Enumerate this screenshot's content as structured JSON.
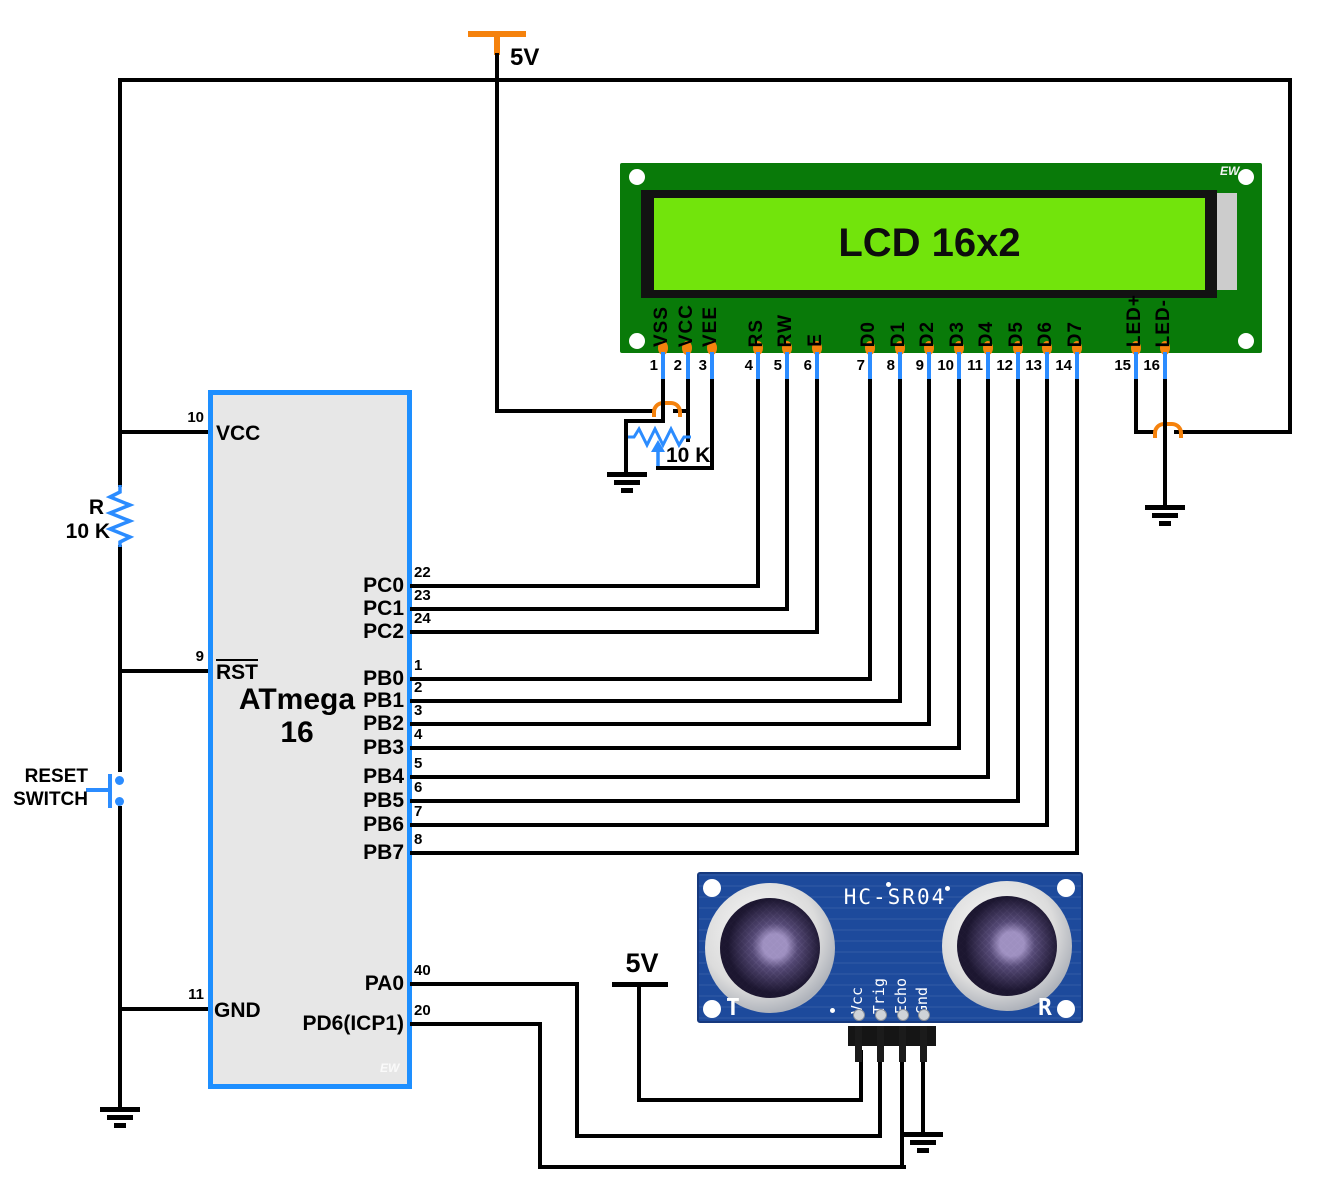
{
  "power": {
    "top_supply_label": "5V",
    "bottom_supply_label": "5V"
  },
  "pullup_resistor": {
    "name": "R",
    "value": "10 K"
  },
  "potentiometer": {
    "value": "10 K"
  },
  "reset_switch": {
    "line1": "RESET",
    "line2": "SWITCH"
  },
  "mcu": {
    "name_line1": "ATmega",
    "name_line2": "16",
    "watermark": "EW",
    "left_pins": [
      {
        "number": "10",
        "label": "VCC"
      },
      {
        "number": "9",
        "label": "RST"
      },
      {
        "number": "11",
        "label": "GND"
      }
    ],
    "right_pins": [
      {
        "number": "22",
        "label": "PC0"
      },
      {
        "number": "23",
        "label": "PC1"
      },
      {
        "number": "24",
        "label": "PC2"
      },
      {
        "number": "1",
        "label": "PB0"
      },
      {
        "number": "2",
        "label": "PB1"
      },
      {
        "number": "3",
        "label": "PB2"
      },
      {
        "number": "4",
        "label": "PB3"
      },
      {
        "number": "5",
        "label": "PB4"
      },
      {
        "number": "6",
        "label": "PB5"
      },
      {
        "number": "7",
        "label": "PB6"
      },
      {
        "number": "8",
        "label": "PB7"
      },
      {
        "number": "40",
        "label": "PA0"
      },
      {
        "number": "20",
        "label": "PD6(ICP1)"
      }
    ]
  },
  "lcd": {
    "title": "LCD 16x2",
    "watermark": "EW",
    "pins": [
      {
        "number": "1",
        "label": "VSS"
      },
      {
        "number": "2",
        "label": "VCC"
      },
      {
        "number": "3",
        "label": "VEE"
      },
      {
        "number": "4",
        "label": "RS"
      },
      {
        "number": "5",
        "label": "RW"
      },
      {
        "number": "6",
        "label": "E"
      },
      {
        "number": "7",
        "label": "D0"
      },
      {
        "number": "8",
        "label": "D1"
      },
      {
        "number": "9",
        "label": "D2"
      },
      {
        "number": "10",
        "label": "D3"
      },
      {
        "number": "11",
        "label": "D4"
      },
      {
        "number": "12",
        "label": "D5"
      },
      {
        "number": "13",
        "label": "D6"
      },
      {
        "number": "14",
        "label": "D7"
      },
      {
        "number": "15",
        "label": "LED+"
      },
      {
        "number": "16",
        "label": "LED-"
      }
    ]
  },
  "sensor": {
    "title": "HC-SR04",
    "transmitter_marking": "T",
    "receiver_marking": "R",
    "pins": [
      "Vcc",
      "Trig",
      "Echo",
      "Gnd"
    ]
  },
  "colors": {
    "wire": "#000000",
    "blue_wire": "#2b8cff",
    "orange_pad": "#f5820d",
    "mcu_border": "#1e8fff",
    "mcu_fill": "#e7e7e7",
    "lcd_pcb": "#097a09",
    "lcd_screen": "#72e40c",
    "sensor_pcb": "#1d4a9c"
  }
}
